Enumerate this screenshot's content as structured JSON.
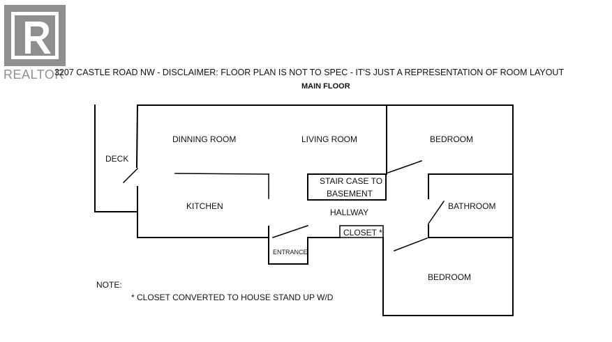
{
  "logo": {
    "icon": "realtor-r-logo",
    "wordmark": "REALTOR"
  },
  "caption": "3207 CASTLE ROAD NW - DISCLAIMER:  FLOOR PLAN IS NOT TO SPEC - IT'S JUST A REPRESENTATION OF ROOM LAYOUT",
  "subtitle": "MAIN FLOOR",
  "rooms": {
    "dinning": "DINNING ROOM",
    "living": "LIVING ROOM",
    "bedroom_top": "BEDROOM",
    "deck": "DECK",
    "stair_line1": "STAIR CASE TO",
    "stair_line2": "BASEMENT",
    "kitchen": "KITCHEN",
    "hallway": "HALLWAY",
    "bathroom": "BATHROOM",
    "closet": "CLOSET *",
    "entrance": "ENTRANCE",
    "bedroom_bottom": "BEDROOM"
  },
  "notes": {
    "heading": "NOTE:",
    "item": "*  CLOSET CONVERTED TO HOUSE STAND UP W/D"
  },
  "colors": {
    "walls": "#000000",
    "logo": "#8f8f8f"
  }
}
